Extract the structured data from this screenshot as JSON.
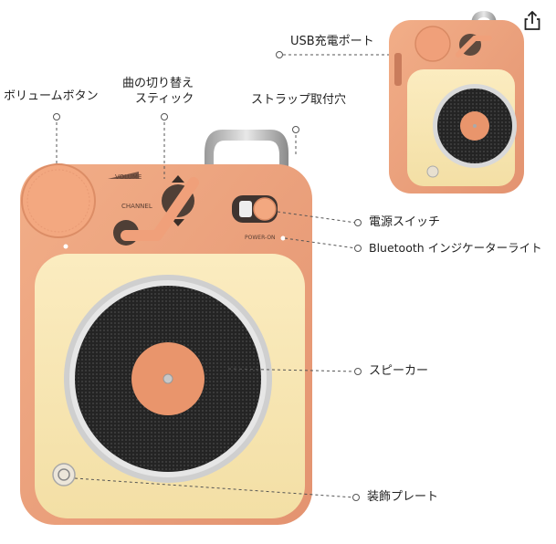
{
  "callouts": {
    "volume_button": "ボリュームボタン",
    "track_stick_line1": "曲の切り替え",
    "track_stick_line2": "スティック",
    "strap_hole": "ストラップ取付穴",
    "usb_port": "USB充電ポート",
    "power_switch": "電源スイッチ",
    "bluetooth_indicator": "Bluetooth インジケーターライト",
    "speaker": "スピーカー",
    "decor_plate": "装飾プレート"
  },
  "device_print": {
    "volume": "VOLUME",
    "channel": "CHANNEL",
    "power_on": "POWER-ON"
  },
  "icons": {
    "share": "share-icon",
    "logo": "d-logo-icon"
  },
  "colors": {
    "body_orange": "#eea47c",
    "face_cream": "#f7e6b0",
    "speaker_grille": "#2b2b2b",
    "record_label": "#e9956c",
    "leader_line": "#555555"
  }
}
